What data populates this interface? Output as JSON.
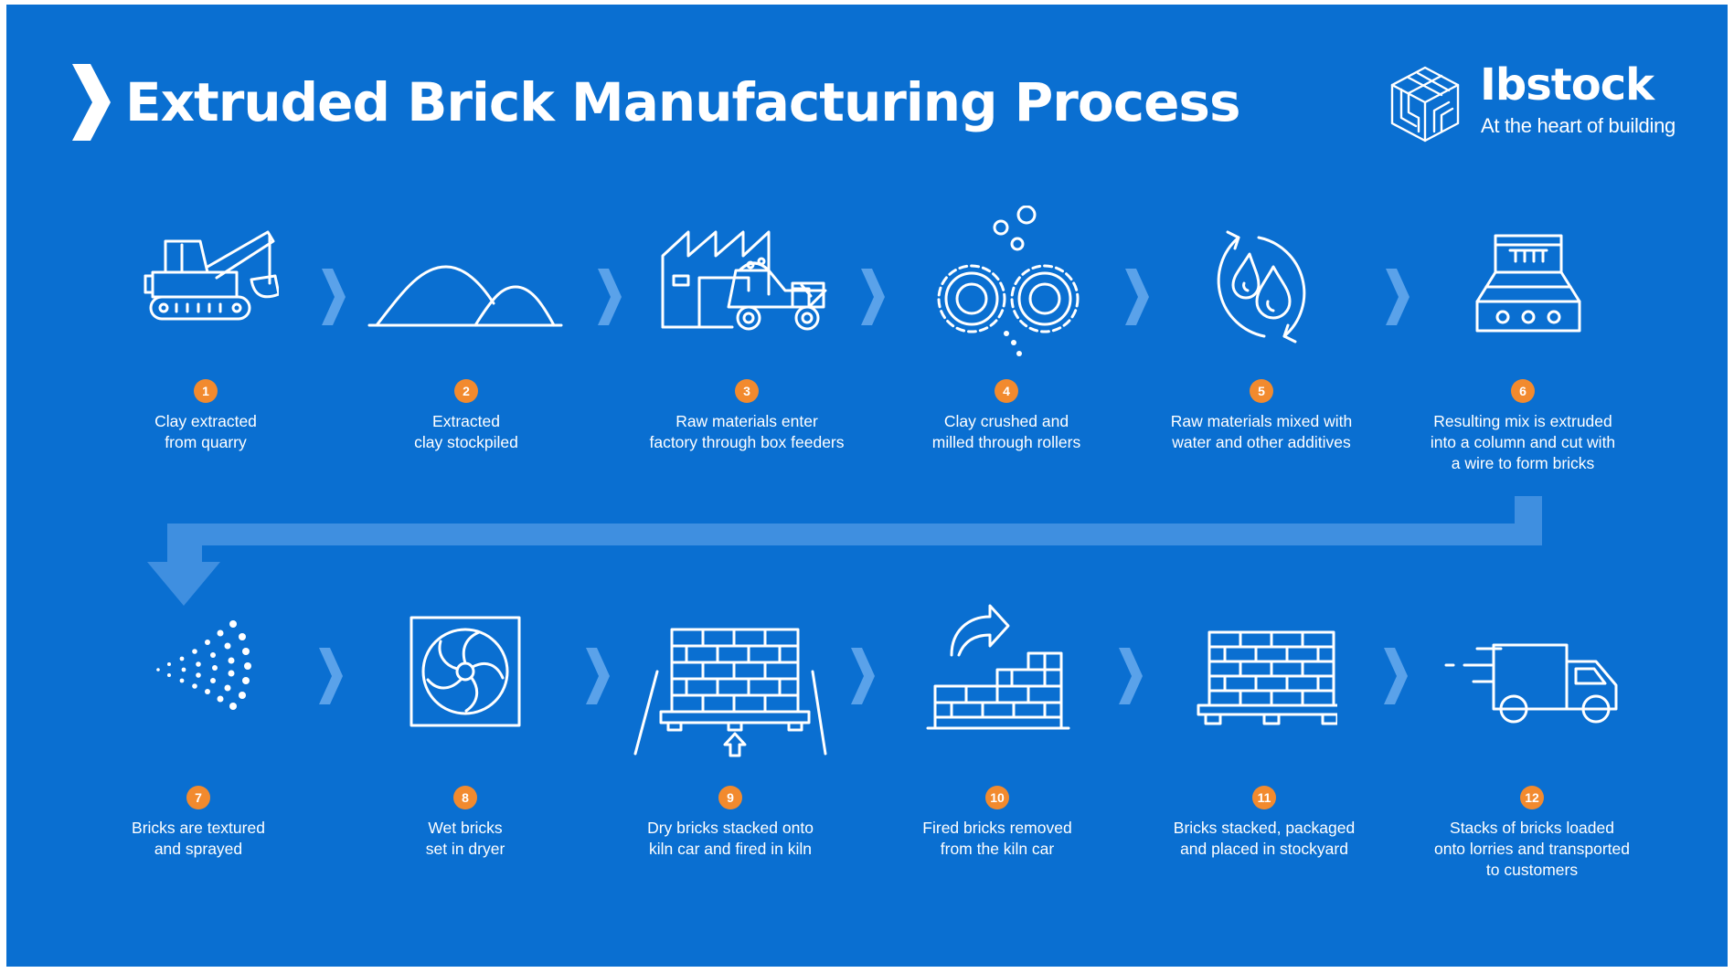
{
  "header": {
    "title": "Extruded Brick Manufacturing Process"
  },
  "brand": {
    "name": "Ibstock",
    "tagline": "At the heart of building",
    "logo_icon": "cube-lattice-icon"
  },
  "colors": {
    "background": "#0a6fd1",
    "badge": "#f28a2e",
    "flow_arrow": "#3f8fe0",
    "separator": "#5aa2ea",
    "text": "#ffffff"
  },
  "steps": [
    {
      "number": "1",
      "icon": "excavator-icon",
      "caption": "Clay extracted\nfrom quarry"
    },
    {
      "number": "2",
      "icon": "clay-mound-icon",
      "caption": "Extracted\nclay stockpiled"
    },
    {
      "number": "3",
      "icon": "factory-truck-icon",
      "caption": "Raw materials enter\nfactory through box feeders"
    },
    {
      "number": "4",
      "icon": "gear-rollers-icon",
      "caption": "Clay crushed and\nmilled through rollers"
    },
    {
      "number": "5",
      "icon": "water-mix-icon",
      "caption": "Raw materials mixed with\nwater and other additives"
    },
    {
      "number": "6",
      "icon": "extruder-icon",
      "caption": "Resulting mix is extruded\ninto a column and cut with\na wire to form bricks"
    },
    {
      "number": "7",
      "icon": "spray-icon",
      "caption": "Bricks are textured\nand sprayed"
    },
    {
      "number": "8",
      "icon": "dryer-fan-icon",
      "caption": "Wet bricks\nset in dryer"
    },
    {
      "number": "9",
      "icon": "kiln-car-icon",
      "caption": "Dry bricks stacked onto\nkiln car and fired in kiln"
    },
    {
      "number": "10",
      "icon": "brick-removal-icon",
      "caption": "Fired bricks removed\nfrom the kiln car"
    },
    {
      "number": "11",
      "icon": "brick-pallet-icon",
      "caption": "Bricks stacked, packaged\nand placed in stockyard"
    },
    {
      "number": "12",
      "icon": "delivery-lorry-icon",
      "caption": "Stacks of bricks loaded\nonto lorries and transported\nto customers"
    }
  ]
}
